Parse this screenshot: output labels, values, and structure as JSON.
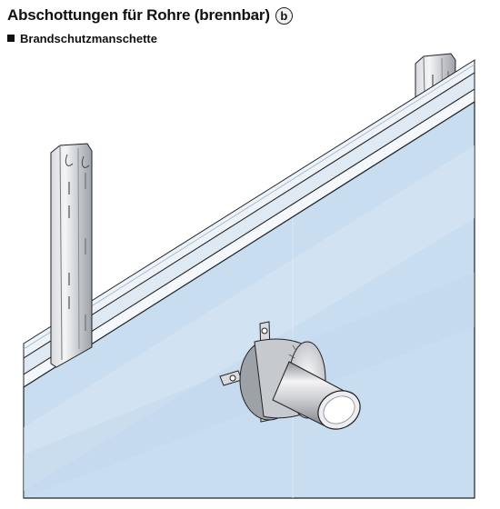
{
  "header": {
    "title": "Abschottungen für Rohre (brennbar)",
    "badge": "b",
    "subtitle": "Brandschutzmanschette"
  },
  "colors": {
    "board": "#c9ddf0",
    "board_edge": "#a9c4e0",
    "stud_light": "#e4e6ea",
    "stud_dark": "#a7abb2",
    "outline": "#222222"
  },
  "icons": [
    "square-bullet-icon"
  ]
}
